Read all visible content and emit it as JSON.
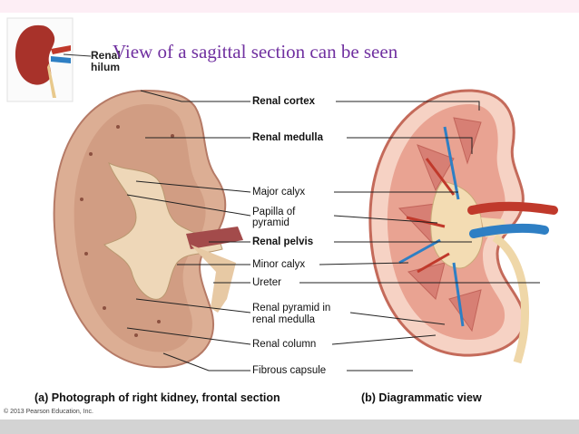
{
  "title": "View of a sagittal section can be seen",
  "inset": {
    "label_line1": "Renal",
    "label_line2": "hilum"
  },
  "labels": {
    "cortex": "Renal cortex",
    "medulla": "Renal medulla",
    "major_calyx": "Major calyx",
    "papilla_1": "Papilla of",
    "papilla_2": "pyramid",
    "pelvis": "Renal pelvis",
    "minor_calyx": "Minor calyx",
    "ureter": "Ureter",
    "pyramid_1": "Renal pyramid in",
    "pyramid_2": "renal medulla",
    "column": "Renal column",
    "capsule": "Fibrous capsule"
  },
  "captions": {
    "a": "(a) Photograph of right kidney, frontal section",
    "b": "(b) Diagrammatic view"
  },
  "copyright": "© 2013 Pearson Education, Inc.",
  "colors": {
    "title": "#7030a0",
    "kidney_photo": "#d9a88e",
    "capsule": "#c46a5a",
    "artery": "#c0392b",
    "vein": "#2e7fc4",
    "pelvis": "#f2dcb0"
  }
}
